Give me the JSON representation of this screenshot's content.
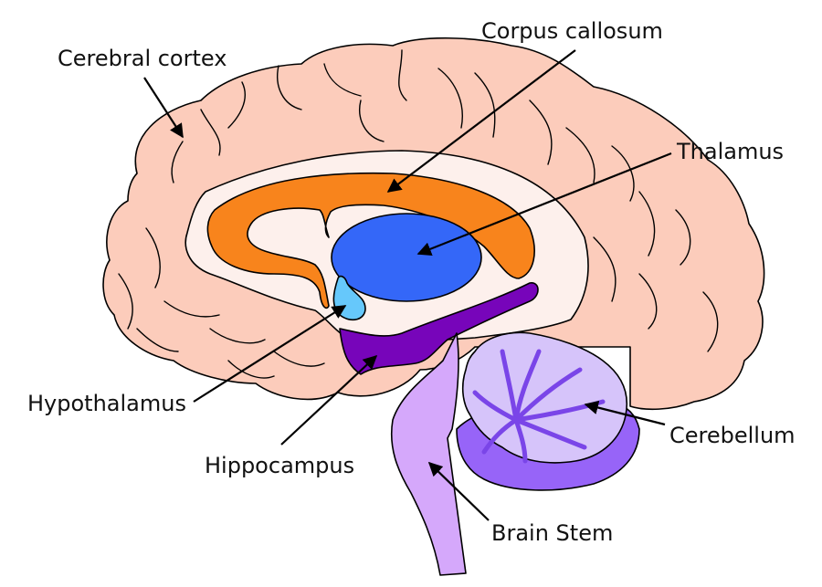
{
  "title": "Brain anatomy diagram (sagittal view)",
  "colors": {
    "cortex": "#fcccbb",
    "inner_white": "#fdf0ec",
    "corpus_callosum": "#f8841c",
    "thalamus": "#3467f8",
    "hypothalamus": "#66c8fb",
    "hippocampus": "#7705ba",
    "brain_stem": "#d5a8fb",
    "cerebellum_light": "#d6c4fa",
    "cerebellum_dark": "#9764f8",
    "outline": "#000000"
  },
  "labels": {
    "cerebral_cortex": "Cerebral cortex",
    "corpus_callosum": "Corpus callosum",
    "thalamus": "Thalamus",
    "hypothalamus": "Hypothalamus",
    "hippocampus": "Hippocampus",
    "cerebellum": "Cerebellum",
    "brain_stem": "Brain Stem"
  }
}
